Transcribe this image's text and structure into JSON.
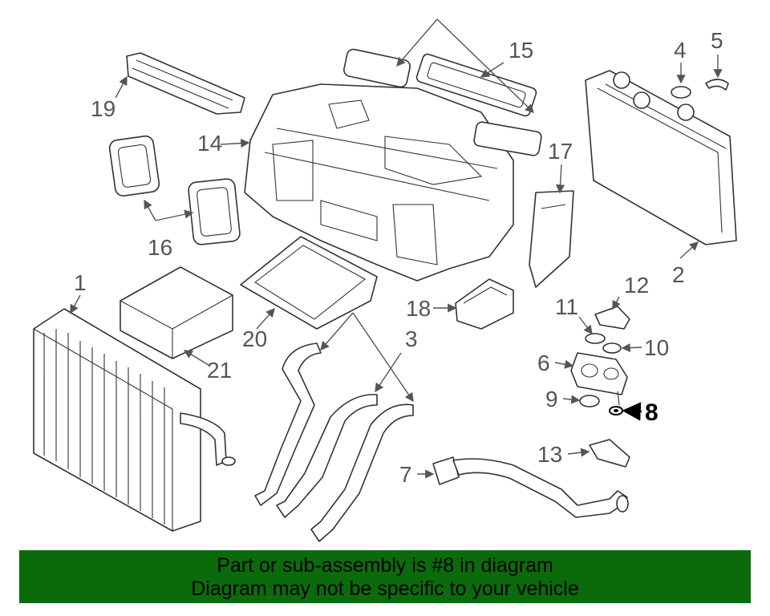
{
  "callouts": {
    "c1": "1",
    "c2": "2",
    "c3": "3",
    "c4": "4",
    "c5": "5",
    "c6": "6",
    "c7": "7",
    "c8": "8",
    "c9": "9",
    "c10": "10",
    "c11": "11",
    "c12": "12",
    "c13": "13",
    "c14": "14",
    "c15": "15",
    "c16": "16",
    "c17": "17",
    "c18": "18",
    "c19": "19",
    "c20": "20",
    "c21": "21"
  },
  "highlighted_callout": "8",
  "banner": {
    "line1": "Part or sub-assembly is #8 in diagram",
    "line2": "Diagram may not be specific to your vehicle"
  },
  "colors": {
    "banner_bg": "#0b6b0b",
    "line_art": "#333333",
    "highlight": "#000000"
  }
}
